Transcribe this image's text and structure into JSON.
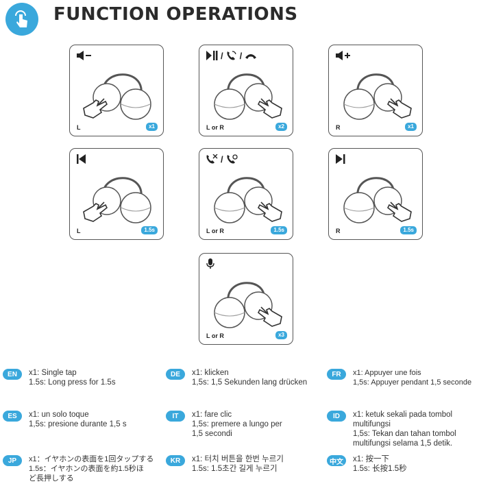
{
  "header": {
    "icon": "tap-hand-icon",
    "title": "FUNCTION OPERATIONS"
  },
  "cards": [
    {
      "icons": [
        "volume-down-icon"
      ],
      "side": "L",
      "badge": "x1"
    },
    {
      "icons": [
        "play-pause-icon",
        "answer-call-icon",
        "hang-up-icon"
      ],
      "separator": "/",
      "side": "L or R",
      "badge": "x2"
    },
    {
      "icons": [
        "volume-up-icon"
      ],
      "side": "R",
      "badge": "x1"
    },
    {
      "icons": [
        "previous-track-icon"
      ],
      "side": "L",
      "badge": "1.5s"
    },
    {
      "icons": [
        "reject-call-icon",
        "switch-call-icon"
      ],
      "separator": "/",
      "side": "L or R",
      "badge": "1.5s"
    },
    {
      "icons": [
        "next-track-icon"
      ],
      "side": "R",
      "badge": "1.5s"
    },
    {
      "icons": [
        "microphone-icon"
      ],
      "side": "L or R",
      "badge": "x3"
    }
  ],
  "legend": [
    {
      "lang": "EN",
      "lines": [
        "x1: Single tap",
        "1.5s: Long press for 1.5s"
      ]
    },
    {
      "lang": "DE",
      "lines": [
        "x1: klicken",
        "1,5s: 1,5 Sekunden lang drücken"
      ]
    },
    {
      "lang": "FR",
      "lines": [
        "x1: Appuyer une fois",
        "1,5s: Appuyer pendant 1,5 seconde"
      ]
    },
    {
      "lang": "ES",
      "lines": [
        "x1: un solo toque",
        "1,5s: presione durante 1,5 s"
      ]
    },
    {
      "lang": "IT",
      "lines": [
        "x1: fare clic",
        "1,5s: premere a lungo per",
        "1,5 secondi"
      ]
    },
    {
      "lang": "ID",
      "lines": [
        "x1: ketuk sekali pada tombol",
        "multifungsi",
        "1,5s: Tekan dan tahan tombol",
        "multifungsi selama 1,5 detik."
      ]
    },
    {
      "lang": "JP",
      "lines": [
        "x1：イヤホンの表面を1回タップする",
        "1.5s：イヤホンの表面を約1.5秒ほ",
        "ど長押しする"
      ]
    },
    {
      "lang": "KR",
      "lines": [
        "x1: 터치 버튼을 한번 누르기",
        "1.5s: 1.5초간 길게 누르기"
      ]
    },
    {
      "lang": "中文",
      "lines": [
        "x1: 按一下",
        "1.5s: 长按1.5秒"
      ]
    }
  ]
}
